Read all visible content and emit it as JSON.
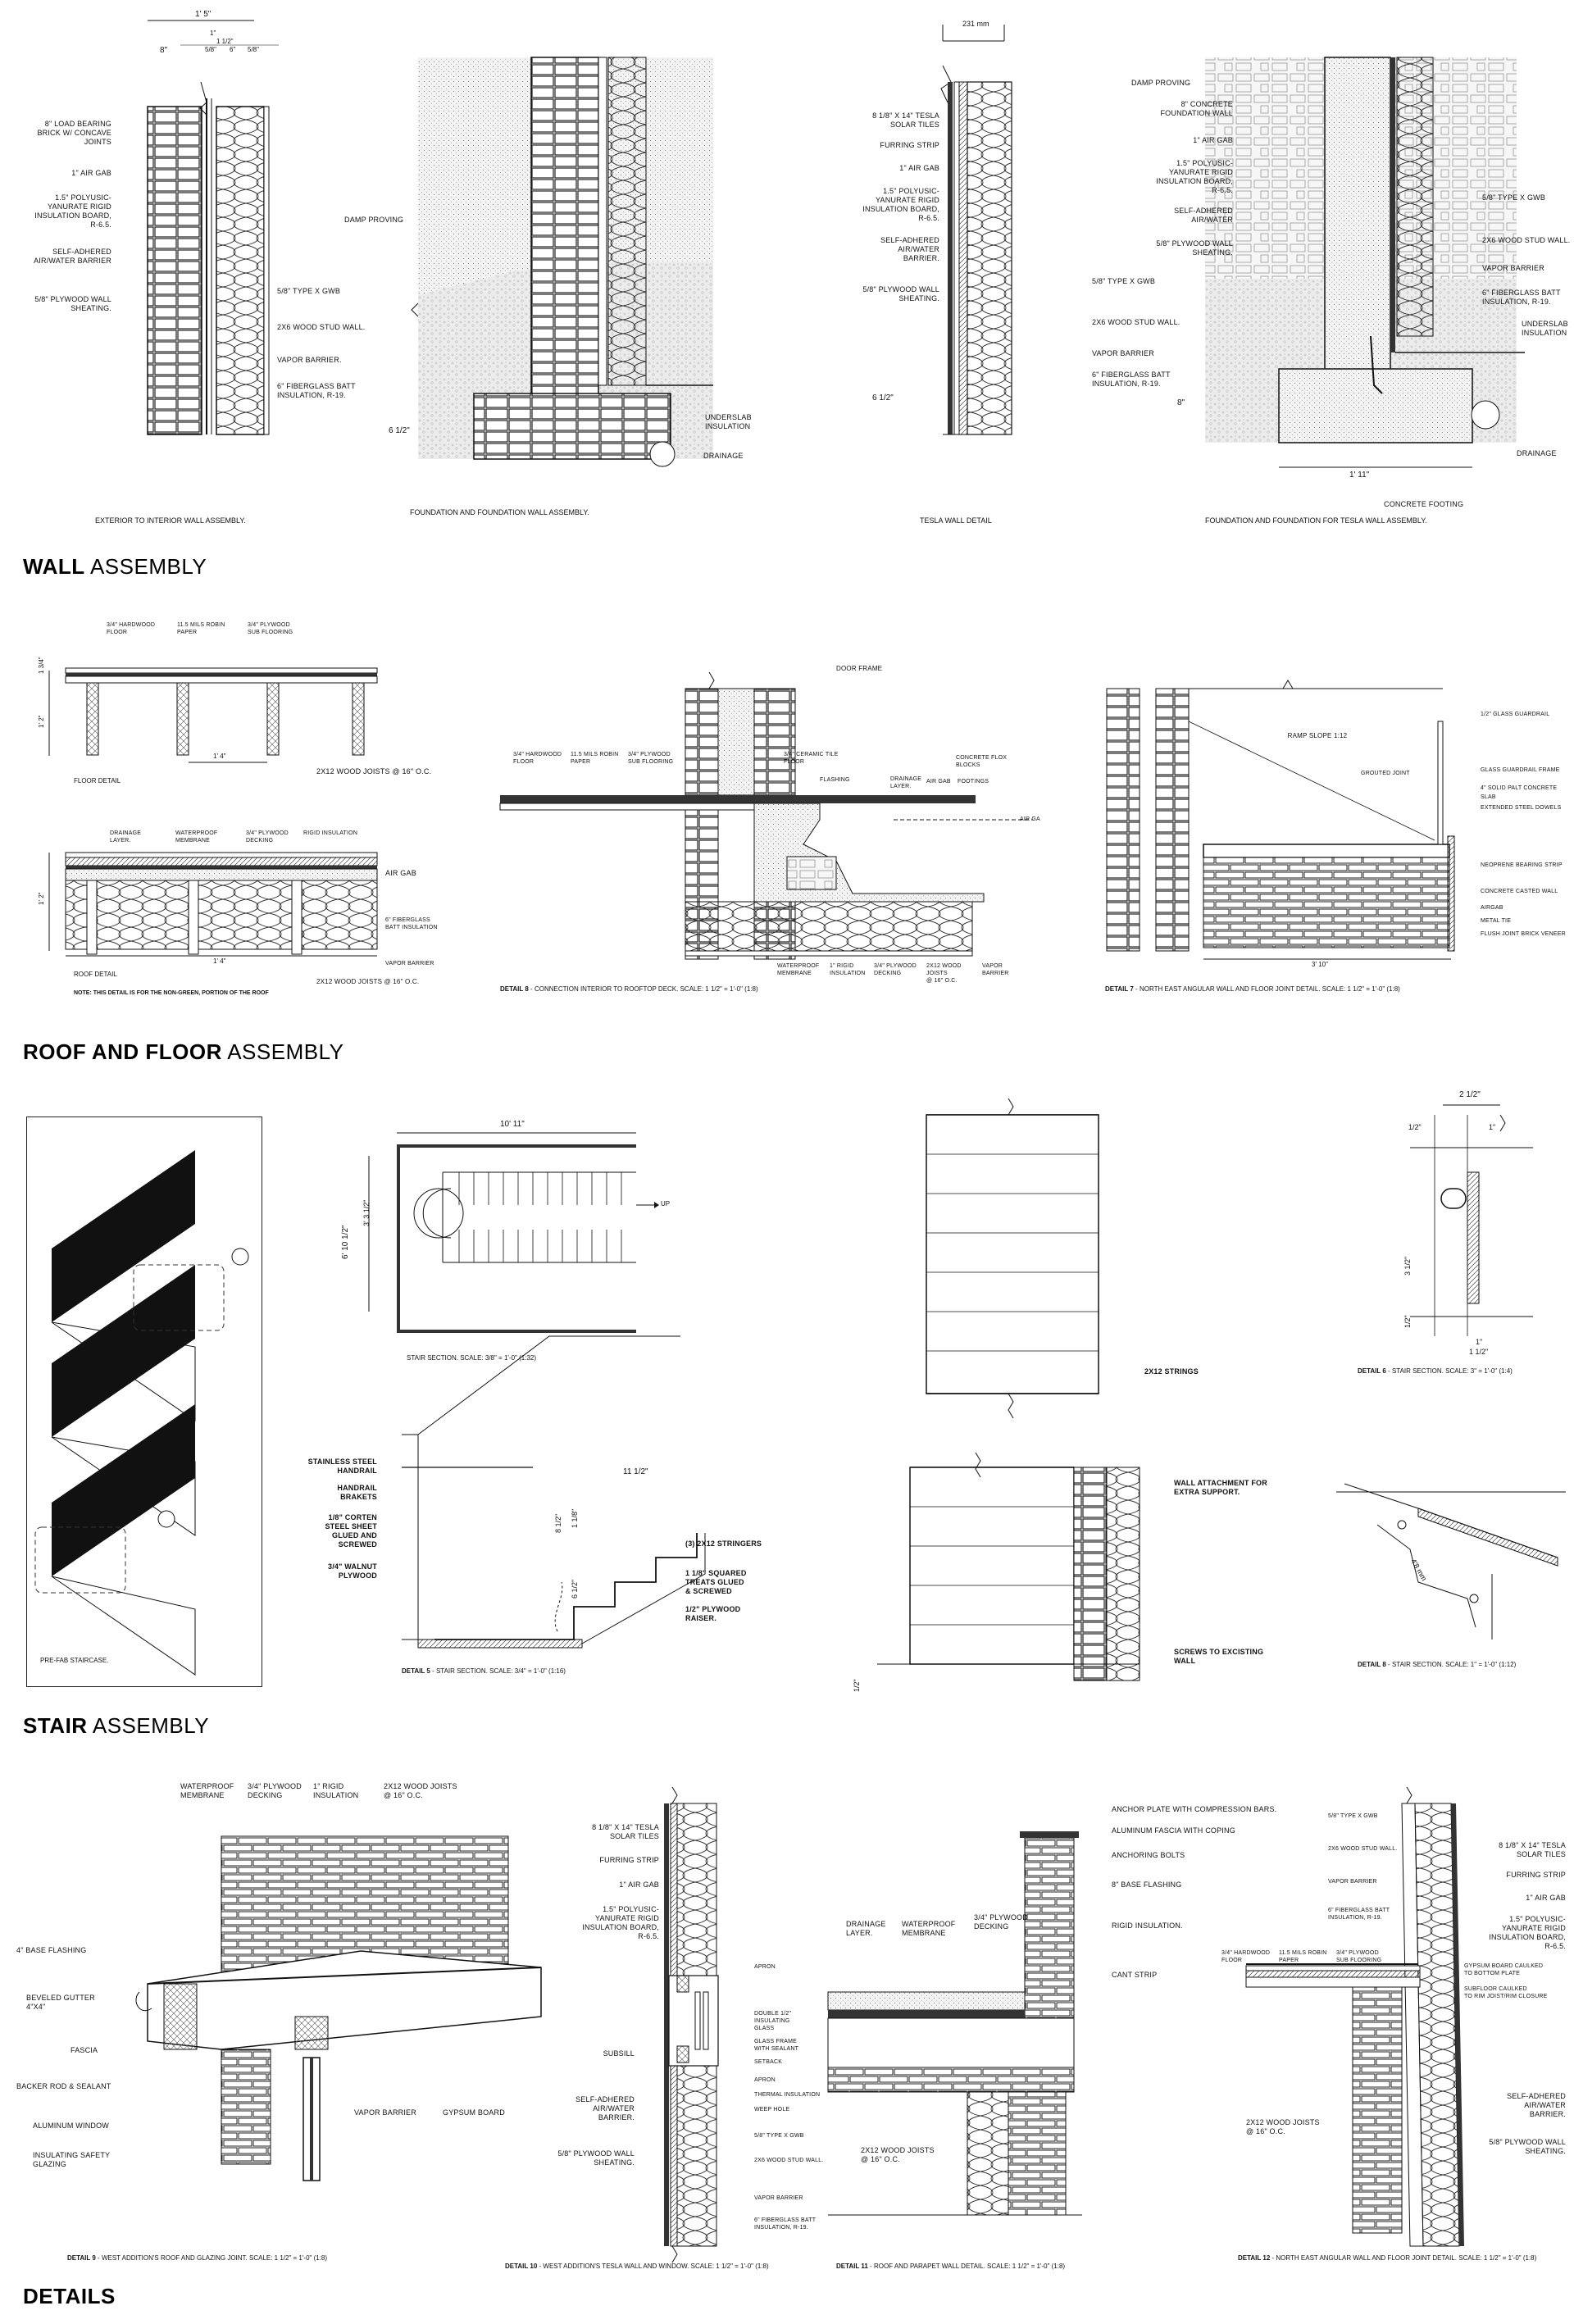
{
  "sections": [
    {
      "bold": "WALL",
      "light": " ASSEMBLY"
    },
    {
      "bold": "ROOF AND FLOOR",
      "light": " ASSEMBLY"
    },
    {
      "bold": "STAIR",
      "light": " ASSEMBLY"
    },
    {
      "bold": "DETAILS",
      "light": ""
    }
  ],
  "wall": {
    "d1": {
      "labels": [
        "8\" LOAD BEARING\nBRICK W/ CONCAVE\nJOINTS",
        "1\" AIR GAB",
        "1.5\" POLYUSIC-\nYANURATE RIGID\nINSULATION BOARD,\nR-6.5.",
        "SELF-ADHERED\nAIR/WATER BARRIER",
        "5/8\" PLYWOOD WALL\nSHEATING.",
        "5/8\" TYPE X GWB",
        "2X6 WOOD STUD WALL.",
        "VAPOR BARRIER.",
        "6\" FIBERGLASS BATT\nINSULATION, R-19."
      ],
      "dims": [
        "1' 5\"",
        "8\"",
        "1\"",
        "1 1/2\"",
        "5/8\"",
        "6\"",
        "5/8\""
      ],
      "caption": "EXTERIOR TO INTERIOR WALL ASSEMBLY."
    },
    "d2": {
      "labels": [
        "DAMP PROVING",
        "UNDERSLAB\nINSULATION",
        "DRAINAGE"
      ],
      "dims": [
        "6 1/2\""
      ],
      "caption": "FOUNDATION AND FOUNDATION WALL ASSEMBLY."
    },
    "d3": {
      "labels": [
        "8 1/8\" x 14\" TESLA\nSOLAR TILES",
        "FURRING STRIP",
        "1\" AIR GAB",
        "1.5\" POLYUSIC-\nYANURATE RIGID\nINSULATION BOARD,\nR-6.5.",
        "SELF-ADHERED\nAIR/WATER\nBARRIER.",
        "5/8\" PLYWOOD WALL\nSHEATING.",
        "5/8\" TYPE X GWB",
        "2X6 WOOD STUD WALL.",
        "VAPOR BARRIER",
        "6\" FIBERGLASS BATT\nINSULATION, R-19."
      ],
      "dims": [
        "231 mm",
        "6 1/2\""
      ],
      "caption": "TESLA WALL DETAIL"
    },
    "d4": {
      "labels": [
        "DAMP PROVING",
        "8\" CONCRETE\nFOUNDATION WALL",
        "1\" AIR GAB",
        "1.5\" POLYUSIC-\nYANURATE RIGID\nINSULATION BOARD,\nR-6.5.",
        "SELF-ADHERED\nAIR/WATER",
        "5/8\" PLYWOOD WALL\nSHEATING.",
        "5/8\" TYPE X GWB",
        "2X6 WOOD STUD WALL.",
        "VAPOR BARRIER",
        "6\" FIBERGLASS BATT\nINSULATION, R-19.",
        "UNDERSLAB\nINSULATION",
        "DRAINAGE",
        "CONCRETE FOOTING"
      ],
      "dims": [
        "8\"",
        "1' 11\""
      ],
      "caption": "FOUNDATION AND FOUNDATION FOR TESLA WALL ASSEMBLY."
    }
  },
  "roof": {
    "floor": {
      "labels": [
        "3/4\" HARDWOOD\nFLOOR",
        "11.5 MILS ROBIN\nPAPER",
        "3/4\" PLYWOOD\nSUB FLOORING",
        "2x12 WOOD JOISTS @ 16\" o.c."
      ],
      "dims": [
        "1 3/4\"",
        "1' 2\"",
        "1' 4\""
      ],
      "caption": "FLOOR DETAIL"
    },
    "roofd": {
      "labels": [
        "DRAINAGE\nLAYER.",
        "WATERPROOF\nMEMBRANE",
        "3/4\" PLYWOOD\nDECKING",
        "RIGID INSULATION",
        "AIR GAB",
        "6\" FIBERGLASS\nBATT INSULATION",
        "VAPOR BARRIER",
        "2x12 WOOD JOISTS @ 16\" o.c."
      ],
      "dims": [
        "1' 2\"",
        "1' 4\""
      ],
      "caption": "ROOF DETAIL",
      "note": "NOTE: THIS DETAIL IS FOR THE NON-GREEN, PORTION OF THE ROOF"
    },
    "d8": {
      "labels": [
        "DOOR FRAME",
        "3/4\" HARDWOOD\nFLOOR",
        "11.5 MILS ROBIN\nPAPER",
        "3/4\" PLYWOOD\nSUB FLOORING",
        "3/4\" CERAMIC TILE\nFLOOR",
        "CONCRETE FLOX\nBLOCKS",
        "FLASHING",
        "DRAINAGE\nLAYER.",
        "AIR GAB",
        "FOOTINGS",
        "AIR GA",
        "WATERPROOF\nMEMBRANE",
        "1\" RIGID\nINSULATION",
        "3/4\" PLYWOOD\nDECKING",
        "2x12 WOOD\nJOISTS\n@ 16\" o.c.",
        "VAPOR\nBARRIER"
      ],
      "caption_num": "DETAIL 8",
      "caption": " - CONNECTION INTERIOR TO ROOFTOP DECK. SCALE: 1 1/2\" = 1'-0\" (1:8)"
    },
    "d7": {
      "labels": [
        "RAMP SLOPE 1:12",
        "GROUTED JOINT",
        "1/2\" GLASS GUARDRAIL",
        "GLASS GUARDRAIL FRAME",
        "4\" SOLID PALT CONCRETE SLAB",
        "EXTENDED STEEL DOWELS",
        "NEOPRENE BEARING STRIP",
        "CONCRETE CASTED WALL",
        "AIRGAB",
        "METAL TIE",
        "FLUSH JOINT BRICK VENEER"
      ],
      "dims": [
        "3' 10\""
      ],
      "caption_num": "DETAIL 7",
      "caption": " - NORTH EAST ANGULAR WALL AND FLOOR JOINT DETAIL. SCALE: 1 1/2\" = 1'-0\" (1:8)"
    }
  },
  "stair": {
    "prefab": {
      "caption": "PRE-FAB STAIRCASE."
    },
    "section": {
      "dims": [
        "10' 11\"",
        "6' 10 1/2\"",
        "3' 3 1/2\""
      ],
      "up": "UP",
      "caption": "STAIR SECTION. SCALE: 3/8\" = 1'-0\" (1:32)"
    },
    "d5": {
      "labels": [
        "STAINLESS STEEL\nHANDRAIL",
        "HANDRAIL\nBRAKETS",
        "1/8\" CORTEN\nSTEEL SHEET\nGLUED AND\nSCREWED",
        "3/4\" WALNUT\nPLYWOOD",
        "(3) 2x12 STRINGERS",
        "1 1/8\" SQUARED\nTREATS GLUED\n& SCREWED",
        "1/2\" PLYWOOD\nRAISER."
      ],
      "dims": [
        "11 1/2\"",
        "8 1/2\"",
        "1 1/8\"",
        "6 1/2\""
      ],
      "caption_num": "DETAIL 5",
      "caption": " - STAIR SECTION. SCALE: 3/4\" = 1'-0\" (1:16)"
    },
    "strings": {
      "label": "2x12 STRINGS"
    },
    "attach": {
      "labels": [
        "WALL ATTACHMENT FOR\nEXTRA SUPPORT.",
        "SCREWS TO EXCISTING\nWALL"
      ],
      "dims": [
        "1/2\""
      ]
    },
    "d6": {
      "dims": [
        "2 1/2\"",
        "1/2\"",
        "1\"",
        "3 1/2\"",
        "1/2\"",
        "1\"",
        "1 1/2\""
      ],
      "caption_num": "DETAIL 6",
      "caption": " - STAIR SECTION. SCALE: 3\" = 1'-0\" (1:4)"
    },
    "d8s": {
      "dims": [
        "4'8 mm"
      ],
      "caption_num": "DETAIL 8",
      "caption": " - STAIR SECTION. SCALE: 1\" = 1'-0\" (1:12)"
    }
  },
  "details": {
    "d9": {
      "labels": [
        "WATERPROOF\nMEMBRANE",
        "3/4\" PLYWOOD\nDECKING",
        "1\" RIGID\nINSULATION",
        "2x12 WOOD JOISTS\n@ 16\" o.c.",
        "4\" BASE FLASHING",
        "BEVELED GUTTER\n4\"X4\"",
        "FASCIA",
        "BACKER ROD & SEALANT",
        "ALUMINUM WINDOW",
        "INSULATING SAFETY\nGLAZING",
        "VAPOR BARRIER",
        "GYPSUM BOARD"
      ],
      "caption_num": "DETAIL 9",
      "caption": " - WEST ADDITION'S ROOF AND GLAZING JOINT. SCALE: 1 1/2\" = 1'-0\" (1:8)"
    },
    "d10": {
      "labels": [
        "8 1/8\" x 14\" TESLA\nSOLAR TILES",
        "FURRING STRIP",
        "1\" AIR GAB",
        "1.5\" POLYUSIC-\nYANURATE RIGID\nINSULATION BOARD,\nR-6.5.",
        "APRON",
        "SUBSILL",
        "SELF-ADHERED\nAIR/WATER\nBARRIER.",
        "5/8\" PLYWOOD WALL\nSHEATING.",
        "DOUBLE 1/2\"\nINSULATING\nGLASS",
        "GLASS FRAME\nWITH SEALANT",
        "SETBACK",
        "APRON",
        "THERMAL INSULATION",
        "WEEP HOLE",
        "5/8\" TYPE X GWB",
        "2X6 WOOD STUD WALL.",
        "VAPOR BARRIER",
        "6\" FIBERGLASS BATT\nINSULATION, R-19."
      ],
      "caption_num": "DETAIL 10",
      "caption": " - WEST ADDITION'S TESLA WALL AND WINDOW. SCALE: 1 1/2\" = 1'-0\" (1:8)"
    },
    "d11": {
      "labels": [
        "ANCHOR PLATE WITH COMPRESSION BARS.",
        "ALUMINUM FASCIA WITH COPING",
        "ANCHORING BOLTS",
        "8\" BASE FLASHING",
        "RIGID INSULATION.",
        "CANT STRIP",
        "DRAINAGE\nLAYER.",
        "WATERPROOF\nMEMBRANE",
        "3/4\" PLYWOOD\nDECKING",
        "2x12 WOOD JOISTS\n@ 16\" o.c."
      ],
      "caption_num": "DETAIL 11",
      "caption": " - ROOF AND PARAPET WALL DETAIL. SCALE: 1 1/2\" = 1'-0\" (1:8)"
    },
    "d12": {
      "labels": [
        "5/8\" TYPE X GWB",
        "2X6 WOOD STUD WALL.",
        "VAPOR BARRIER",
        "6\" FIBERGLASS BATT\nINSULATION, R-19.",
        "3/4\" HARDWOOD\nFLOOR",
        "11.5 MILS ROBIN\nPAPER",
        "3/4\" PLYWOOD\nSUB FLOORING",
        "8 1/8\" x 14\" TESLA\nSOLAR TILES",
        "FURRING STRIP",
        "1\" AIR GAB",
        "1.5\" POLYUSIC-\nYANURATE RIGID\nINSULATION BOARD,\nR-6.5.",
        "GYPSUM BOARD CAULKED\nTO BOTTOM PLATE",
        "SUBFLOOR CAULKED\nTO RIM JOIST/RIM CLOSURE",
        "2x12 WOOD JOISTS\n@ 16\" o.c.",
        "SELF-ADHERED\nAIR/WATER\nBARRIER.",
        "5/8\" PLYWOOD WALL\nSHEATING."
      ],
      "caption_num": "DETAIL 12",
      "caption": " - NORTH EAST ANGULAR WALL AND FLOOR JOINT DETAIL. SCALE: 1 1/2\" = 1'-0\" (1:8)"
    }
  }
}
